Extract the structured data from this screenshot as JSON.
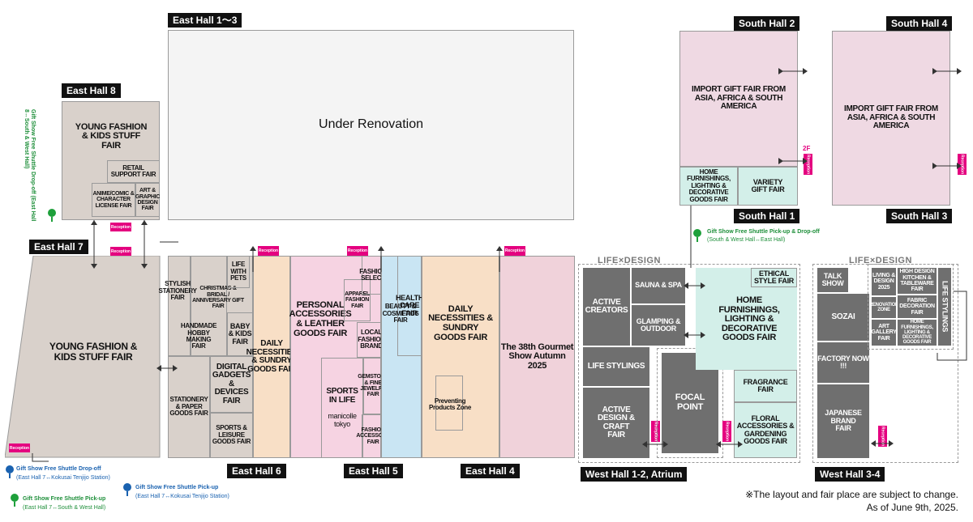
{
  "halls": {
    "east_1_3": "East Hall 1〜3",
    "east_8": "East Hall 8",
    "east_7": "East Hall 7",
    "east_6": "East Hall 6",
    "east_5": "East Hall 5",
    "east_4": "East Hall 4",
    "south_2": "South Hall 2",
    "south_4": "South Hall 4",
    "south_1": "South Hall 1",
    "south_3": "South Hall 3",
    "west_1_2": "West Hall 1-2, Atrium",
    "west_3_4": "West Hall 3-4"
  },
  "fairs": {
    "under_renovation": "Under Renovation",
    "young_fashion_8": "YOUNG FASHION & KIDS STUFF FAIR",
    "retail_support": "RETAIL SUPPORT FAIR",
    "anime_comic": "ANIME/COMIC & CHARACTER LICENSE FAIR",
    "art_graphic": "ART & GRAPHIC DESIGN FAIR",
    "young_fashion_7": "YOUNG FASHION & KIDS STUFF FAIR",
    "stylish_stationery": "STYLISH STATIONERY FAIR",
    "christmas": "CHRISTMAS & BRIDAL / ANNIVERSARY GIFT FAIR",
    "life_with_pets": "LIFE WITH PETS",
    "handmade_hobby": "HANDMADE HOBBY MAKING FAIR",
    "baby_kids": "BABY & KIDS FAIR",
    "stationery_paper": "STATIONERY & PAPER GOODS FAIR",
    "digital_gadgets": "DIGITAL GADGETS & DEVICES FAIR",
    "sports_leisure": "SPORTS & LEISURE GOODS FAIR",
    "daily_necessities_6": "DAILY NECESSITIES & SUNDRY GOODS FAIR",
    "personal_accessories": "PERSONAL ACCESSORIES & LEATHER GOODS FAIR",
    "apparel_fashion": "APPAREL FASHION FAIR",
    "fashion_select": "FASHION SELECT",
    "local_fashion": "LOCAL FASHION BRAND",
    "sports_in_life": "SPORTS IN LIFE",
    "manicolle": "manicolle tokyo",
    "gemstone": "GEMSTONE & FINE JEWELRY FAIR",
    "fashion_accessory": "FASHION ACCESSORY FAIR",
    "health_care": "HEALTH CARE FAIR",
    "beauty_cosmetics": "BEAUTY & COSMETICS FAIR",
    "daily_necessities_4": "DAILY NECESSITIES & SUNDRY GOODS FAIR",
    "preventing": "Preventing Products Zone",
    "gourmet": "The 38th Gourmet Show Autumn 2025",
    "import_gift_2": "IMPORT GIFT FAIR FROM ASIA, AFRICA & SOUTH AMERICA",
    "home_furnishings_s1": "HOME FURNISHINGS, LIGHTING & DECORATIVE GOODS FAIR",
    "variety_gift": "VARIETY GIFT FAIR",
    "import_gift_4": "IMPORT GIFT FAIR FROM ASIA, AFRICA & SOUTH AMERICA",
    "active_creators": "ACTIVE CREATORS",
    "sauna": "SAUNA & SPA",
    "glamping": "GLAMPING & OUTDOOR",
    "life_stylings_w12": "LIFE STYLINGS",
    "active_design": "ACTIVE DESIGN & CRAFT FAIR",
    "focal_point": "FOCAL POINT",
    "ethical_style": "ETHICAL STYLE FAIR",
    "home_furnishings_w": "HOME FURNISHINGS, LIGHTING & DECORATIVE GOODS FAIR",
    "fragrance": "FRAGRANCE FAIR",
    "floral": "FLORAL ACCESSORIES & GARDENING GOODS FAIR",
    "talk_show": "TALK SHOW",
    "sozai": "SOZAI",
    "factory_now": "FACTORY NOW !!!",
    "japanese_brand": "JAPANESE BRAND FAIR",
    "living_design": "LIVING & DESIGN 2025",
    "renovation_zone": "RENOVATION ZONE",
    "art_gallery": "ART GALLERY FAIR",
    "high_design": "HIGH DESIGN KITCHEN & TABLEWARE FAIR",
    "fabric_decoration": "FABRIC DECORATION FAIR",
    "home_furnishings_w34": "HOME FURNISHINGS, LIGHTING & DECORATIVE GOODS FAIR",
    "life_stylings_w34": "LIFE STYLINGS"
  },
  "life_design_label": "LIFE×DESIGN",
  "reception": "Reception",
  "floor_2f": "2F",
  "shuttle": {
    "drop_off_east8": "Gift Show Free Shuttle Drop-off (East Hall 8↔South & West Hall)",
    "pickup_south": "Gift Show Free Shuttle Pick-up & Drop-off",
    "pickup_south_sub": "(South & West Hall↔East Hall)",
    "dropoff_east7": "Gift Show Free Shuttle Drop-off",
    "dropoff_east7_sub": "(East Hall 7↔Kokusai Tenjijo Station)",
    "pickup_east7_sw": "Gift Show Free Shuttle Pick-up",
    "pickup_east7_sw_sub": "(East Hall 7↔South & West Hall)",
    "pickup_east7_st": "Gift Show Free Shuttle Pick-up",
    "pickup_east7_st_sub": "(East Hall 7↔Kokusai Tenjijo Station)"
  },
  "footnote": {
    "line1": "※The layout and fair place are subject to change.",
    "line2": "As of June 9th, 2025."
  },
  "colors": {
    "reception": "#e4007f",
    "shuttle_green": "#1ea03b",
    "shuttle_blue": "#1a62b0",
    "west_gray": "#6f6f6f"
  }
}
